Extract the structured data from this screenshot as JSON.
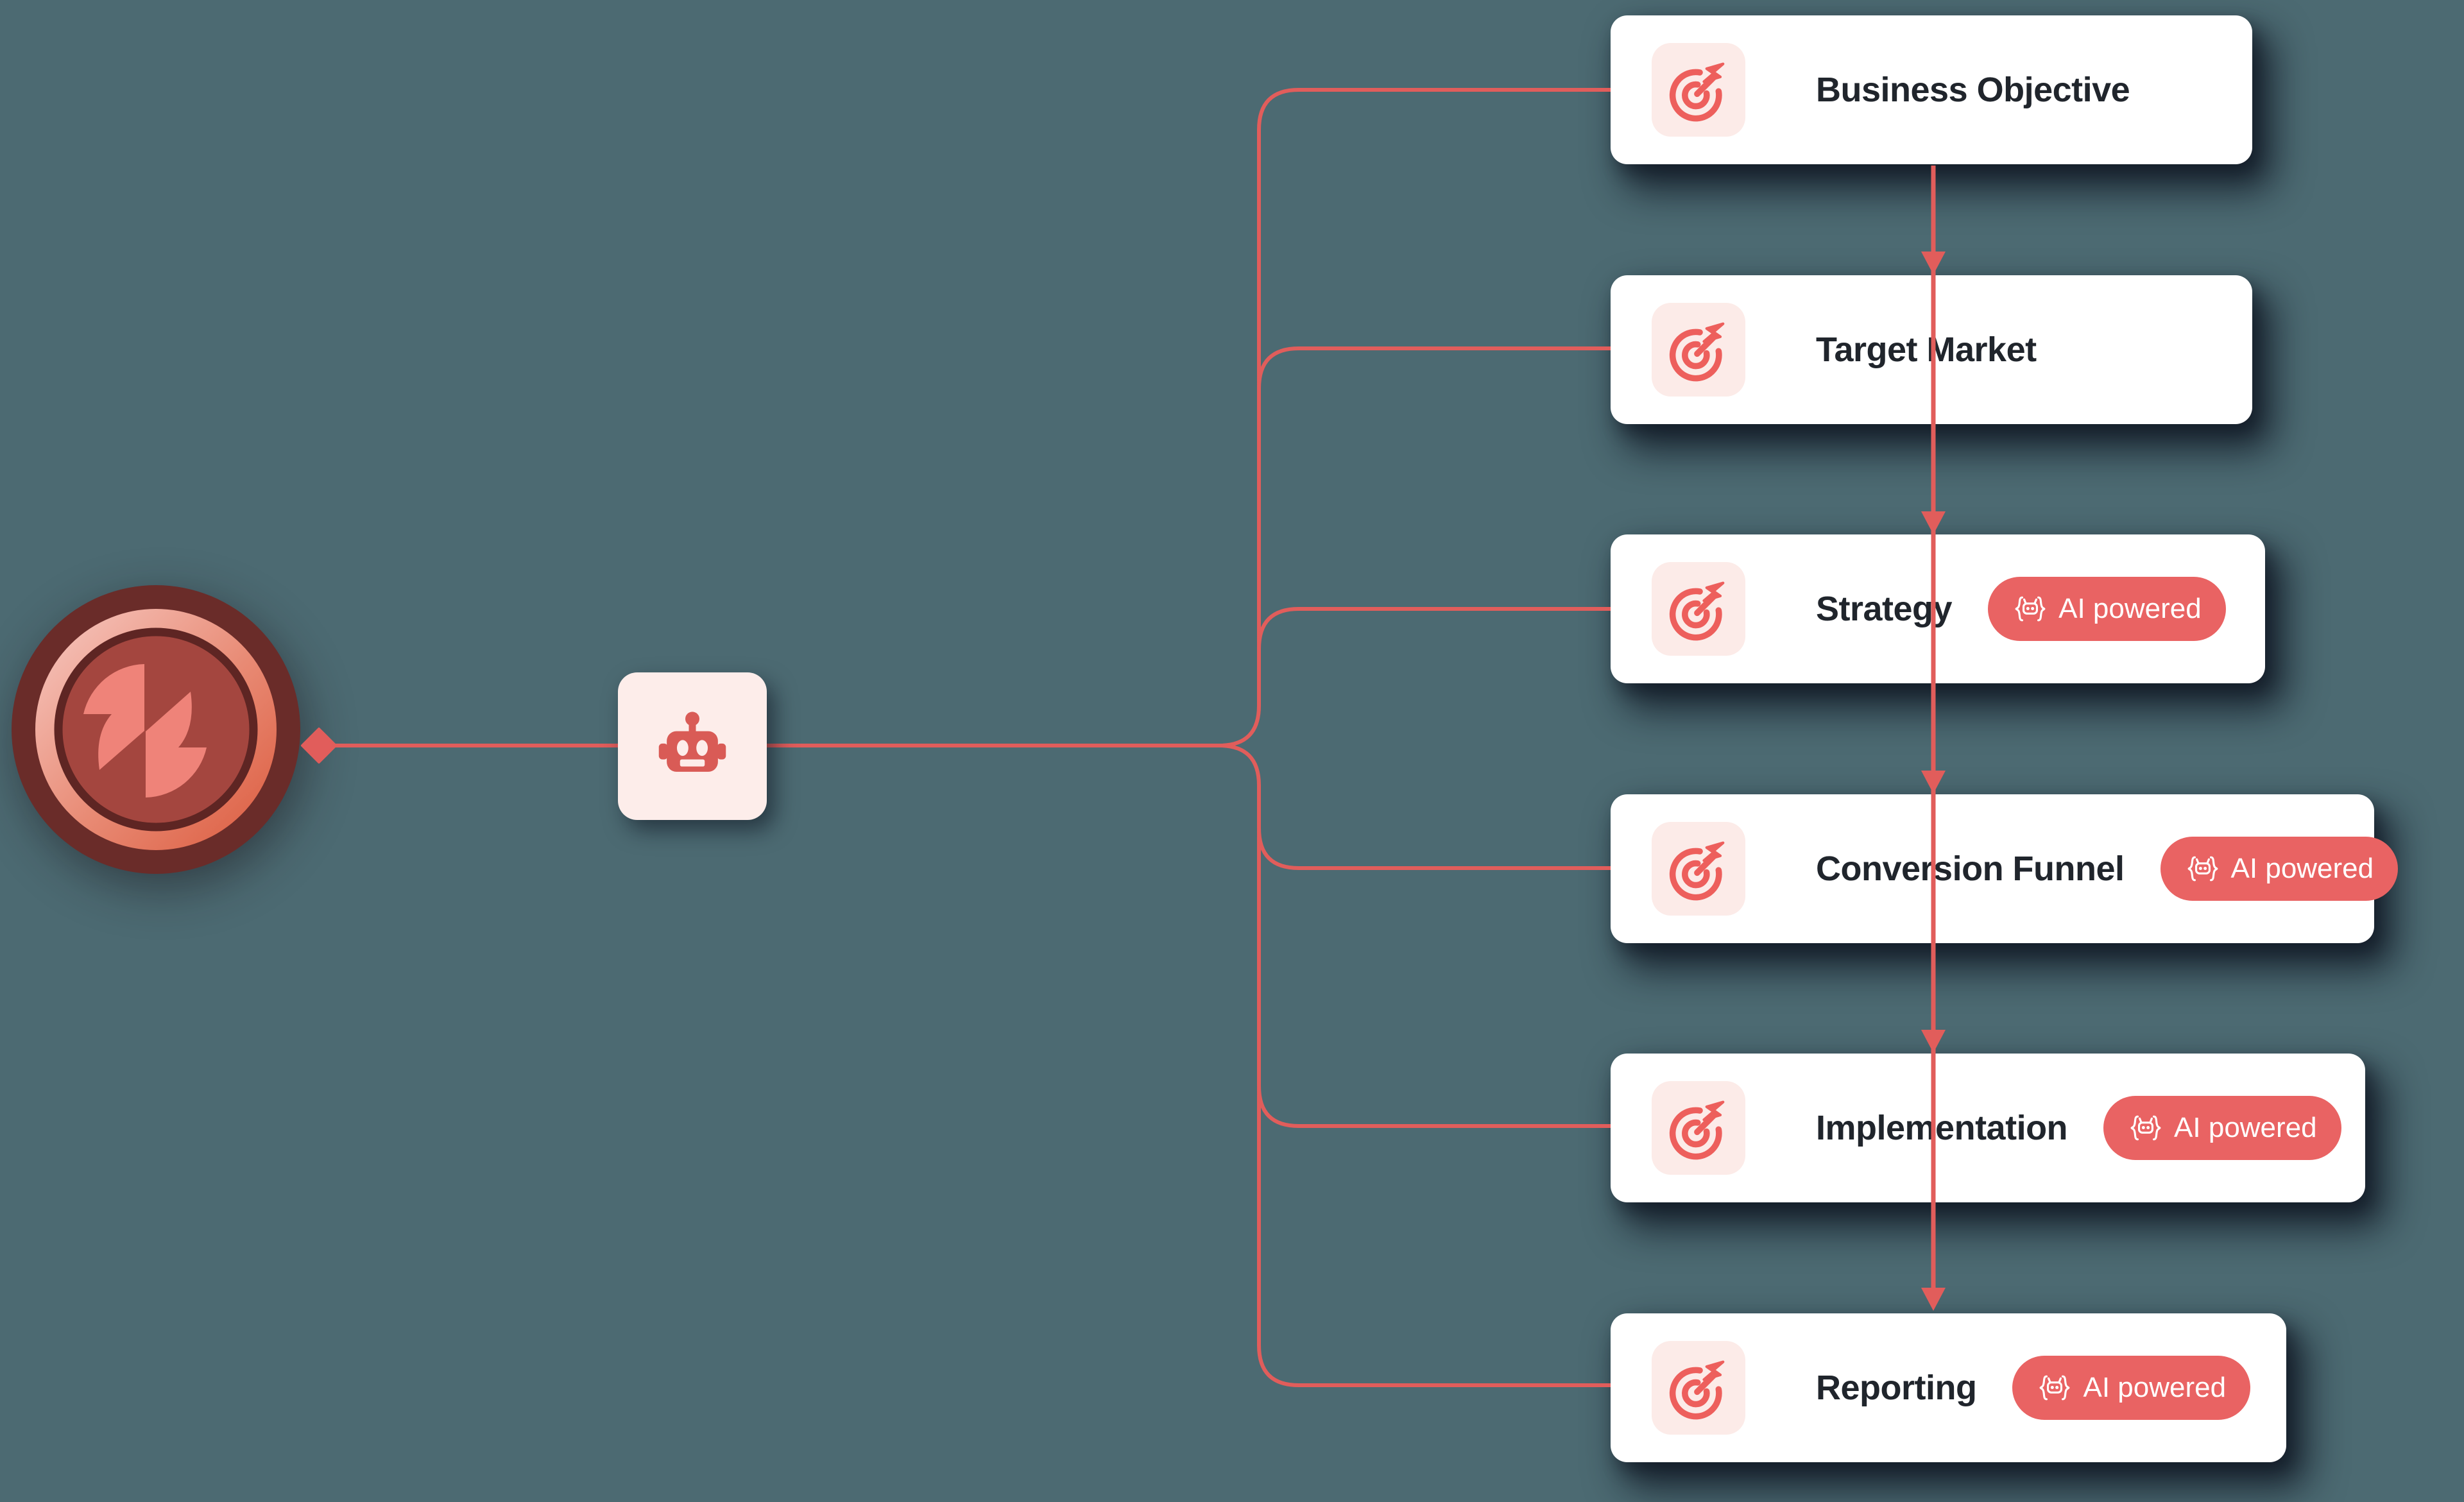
{
  "canvas": {
    "background_color": "#4c6a72",
    "description": "AI agent marketing workflow diagram"
  },
  "palette": {
    "accent_line": "#e15d5b",
    "card_background": "#ffffff",
    "title_color": "#20252c",
    "icon_tile_background": "#fcebe8",
    "target_icon_color": "#ed5f5c",
    "badge_background": "#e96363",
    "badge_text_color": "#ffffff",
    "agent_box_background": "#fdedea",
    "agent_icon_color": "#d95b56",
    "logo_outer_ring": "#6a2c29",
    "logo_disc": "#a4463f",
    "logo_glyph": "#ef8379"
  },
  "brand": {
    "icon": "brand-coin-logo"
  },
  "agent": {
    "icon": "robot-icon"
  },
  "badge": {
    "label": "AI powered",
    "icon": "robot-in-braces-icon"
  },
  "nodes": [
    {
      "label": "Business Objective",
      "icon": "target-icon",
      "ai_powered": false
    },
    {
      "label": "Target Market",
      "icon": "target-icon",
      "ai_powered": false
    },
    {
      "label": "Strategy",
      "icon": "target-icon",
      "ai_powered": true
    },
    {
      "label": "Conversion Funnel",
      "icon": "target-icon",
      "ai_powered": true
    },
    {
      "label": "Implementation",
      "icon": "target-icon",
      "ai_powered": true
    },
    {
      "label": "Reporting",
      "icon": "target-icon",
      "ai_powered": true
    }
  ]
}
